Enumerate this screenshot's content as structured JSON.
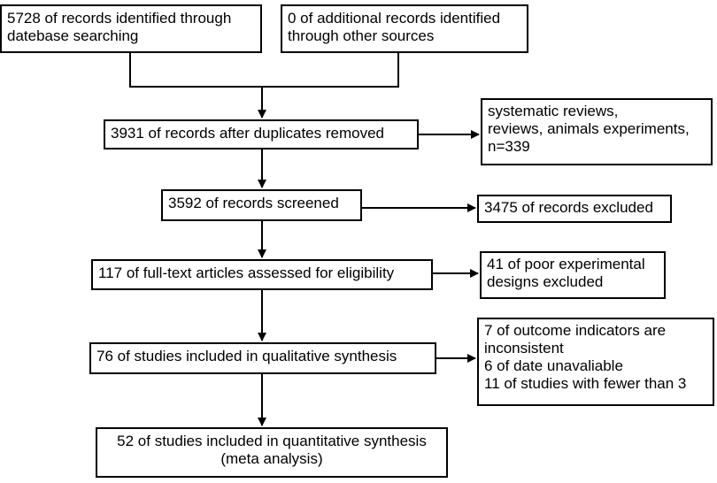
{
  "nodes": {
    "identified_db": {
      "lines": [
        "5728 of records identified through",
        "datebase searching"
      ]
    },
    "identified_other": {
      "lines": [
        "0 of additional records identified",
        "through other sources"
      ]
    },
    "after_duplicates": {
      "lines": [
        "3931 of records after duplicates removed"
      ]
    },
    "excluded_reviews": {
      "lines": [
        "systematic reviews,",
        "reviews, animals experiments,",
        "n=339"
      ]
    },
    "screened": {
      "lines": [
        "3592 of records screened"
      ]
    },
    "excluded_records": {
      "lines": [
        "3475 of records excluded"
      ]
    },
    "full_text": {
      "lines": [
        "117 of full-text articles assessed for eligibility"
      ]
    },
    "excluded_poor_design": {
      "lines": [
        "41 of poor experimental",
        "designs excluded"
      ]
    },
    "qualitative": {
      "lines": [
        "76 of studies included in qualitative synthesis"
      ]
    },
    "excluded_outcome": {
      "lines": [
        "7 of outcome indicators are",
        "inconsistent",
        "6 of date unavaliable",
        "11 of studies with fewer than 3"
      ]
    },
    "quantitative": {
      "lines": [
        "52 of studies included in quantitative synthesis",
        "(meta analysis)"
      ]
    }
  },
  "colors": {
    "stroke": "#000000",
    "background": "#ffffff"
  }
}
